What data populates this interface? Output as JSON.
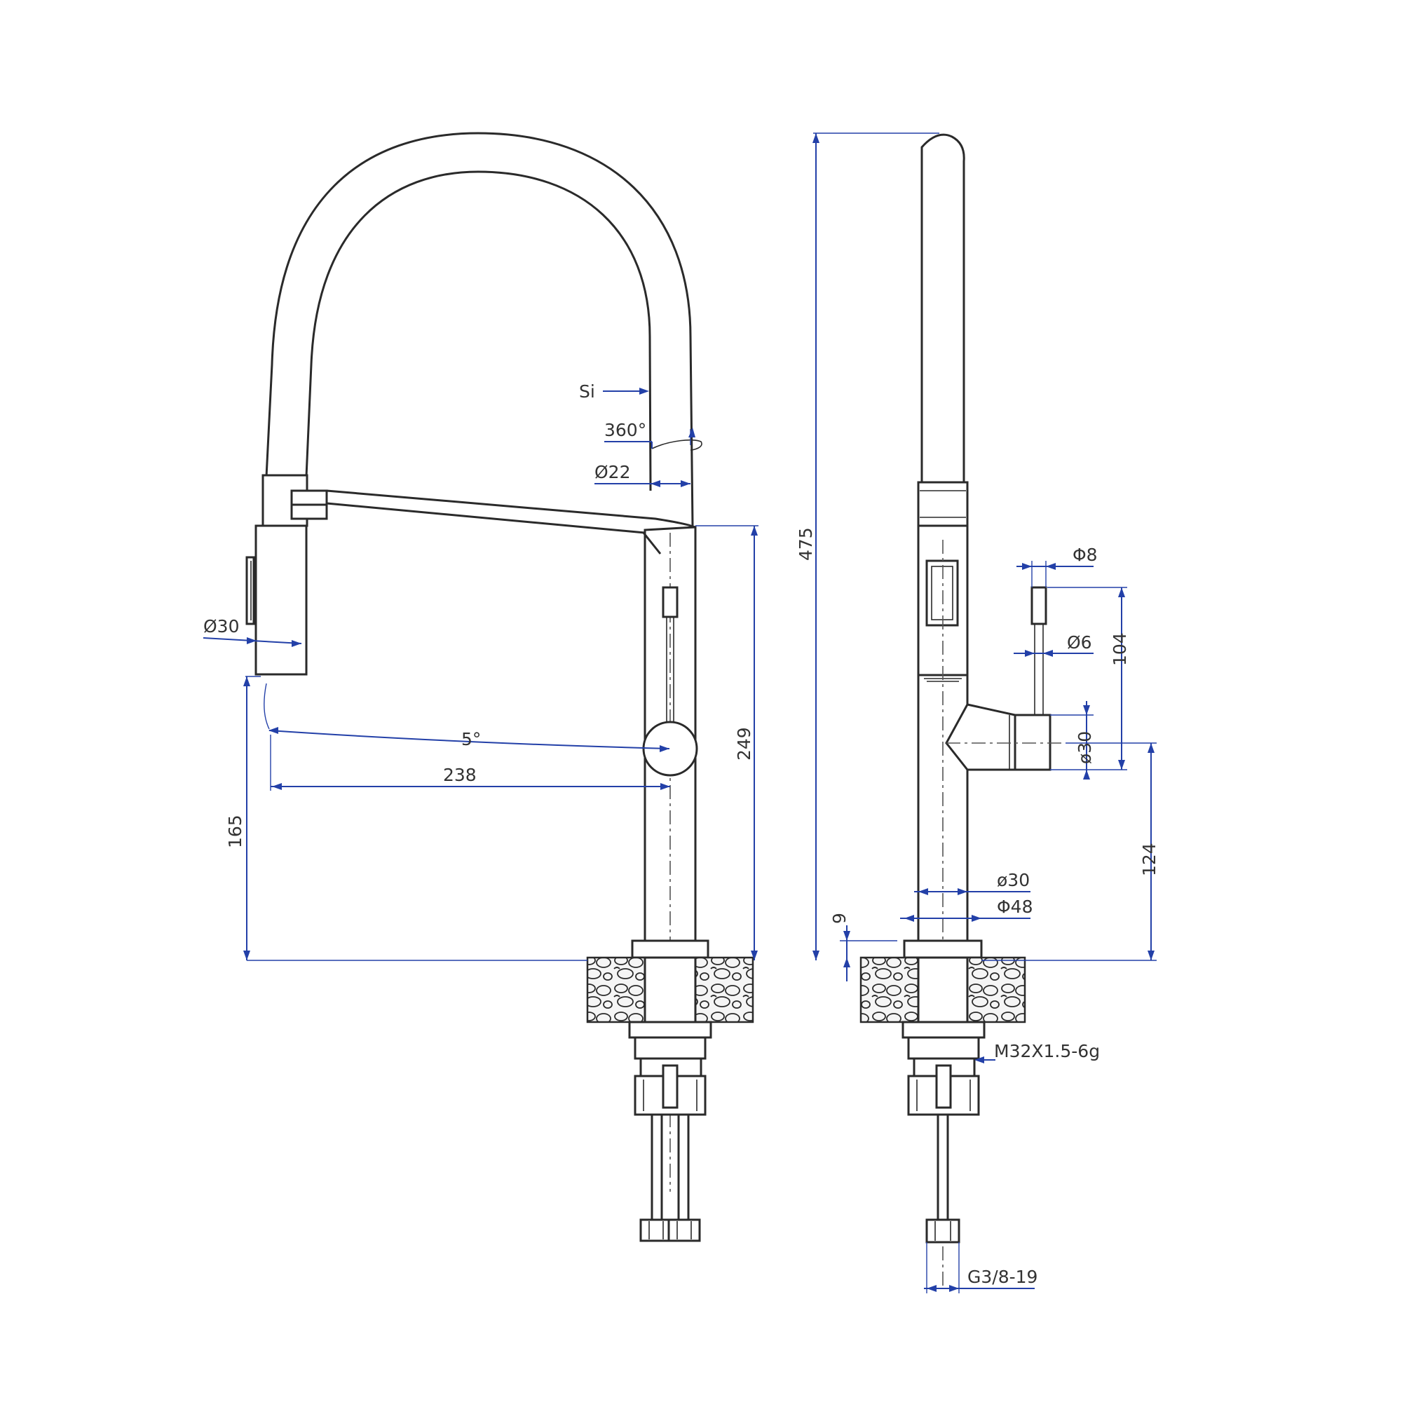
{
  "drawing": {
    "colors": {
      "outline": "#2a2a2a",
      "dimension": "#2340a8",
      "text": "#333333"
    },
    "front_view": {
      "labels": {
        "hose_material": "Si",
        "rotation": "360°",
        "hose_diameter": "Ø22",
        "spray_head_diameter": "Ø30",
        "spray_angle": "5°",
        "reach": "238",
        "spray_height": "165",
        "body_height": "249"
      }
    },
    "side_view": {
      "labels": {
        "total_height": "475",
        "lever_diameter": "Φ8",
        "lever_tip_diameter": "Ø6",
        "lever_length": "104",
        "handle_diameter": "ø30",
        "handle_height": "124",
        "body_diameter": "ø30",
        "base_diameter": "Φ48",
        "base_height": "9",
        "thread": "M32X1.5-6g",
        "connection": "G3/8-19"
      }
    }
  }
}
